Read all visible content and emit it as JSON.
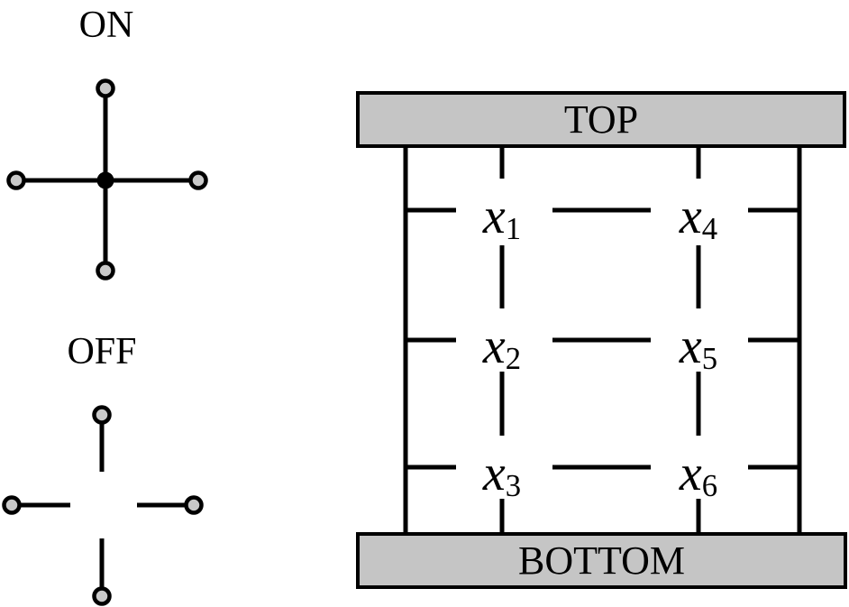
{
  "legend": {
    "on_label": "ON",
    "off_label": "OFF"
  },
  "network": {
    "top_label": "TOP",
    "bottom_label": "BOTTOM",
    "switches": [
      {
        "base": "x",
        "sub": "1"
      },
      {
        "base": "x",
        "sub": "2"
      },
      {
        "base": "x",
        "sub": "3"
      },
      {
        "base": "x",
        "sub": "4"
      },
      {
        "base": "x",
        "sub": "5"
      },
      {
        "base": "x",
        "sub": "6"
      }
    ]
  },
  "colors": {
    "line": "#000000",
    "bar_fill": "#c5c5c5",
    "bar_border": "#000000",
    "terminal_fill": "#c9c9c9",
    "on_center_dot": "#000000",
    "background": "#ffffff"
  }
}
